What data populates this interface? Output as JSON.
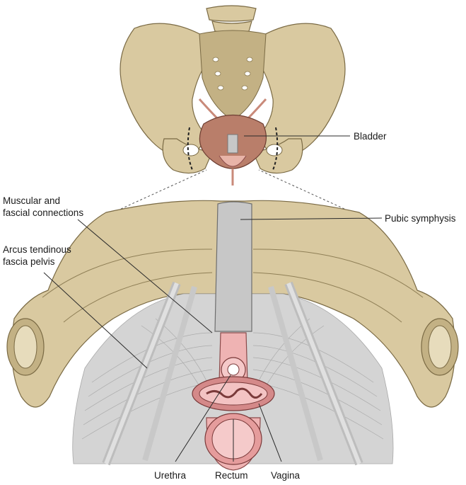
{
  "labels": {
    "bladder": "Bladder",
    "muscular_fascial": [
      "Muscular and",
      "fascial connections"
    ],
    "arcus": [
      "Arcus tendinous",
      "fascia pelvis"
    ],
    "pubic_symphysis": "Pubic symphysis",
    "urethra": "Urethra",
    "rectum": "Rectum",
    "vagina": "Vagina"
  },
  "colors": {
    "bone": "#d9c9a0",
    "bladder": "#b97e6a",
    "muscle": "#d4d4d4",
    "symphysis": "#c7c7c7",
    "organ_pink": "#efb3b3"
  }
}
